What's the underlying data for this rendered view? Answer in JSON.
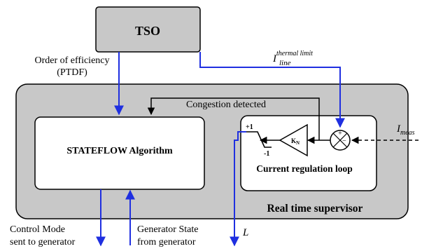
{
  "nodes": {
    "tso": "TSO",
    "algorithm": "STATEFLOW Algorithm",
    "regulation_loop": "Current regulation loop",
    "supervisor": "Real time supervisor",
    "gain": {
      "base": "K",
      "sub": "N"
    },
    "saturation": {
      "upper": "+1",
      "lower": "-1"
    },
    "summer": {
      "plus": "+",
      "minus": "−"
    }
  },
  "signals": {
    "order_line1": "Order of efficiency",
    "order_line2": "(PTDF)",
    "thermal_base": "I",
    "thermal_sup": "thermal limit",
    "thermal_sub": "line",
    "congestion": "Congestion detected",
    "meas_base": "I",
    "meas_sub": "meas",
    "control_line1": "Control Mode",
    "control_line2": "sent to generator",
    "genstate_line1": "Generator State",
    "genstate_line2": "from generator",
    "output_l": "L"
  },
  "colors": {
    "box_fill": "#c8c8c8",
    "signal_blue": "#1f2fe0",
    "line_black": "#000000"
  }
}
